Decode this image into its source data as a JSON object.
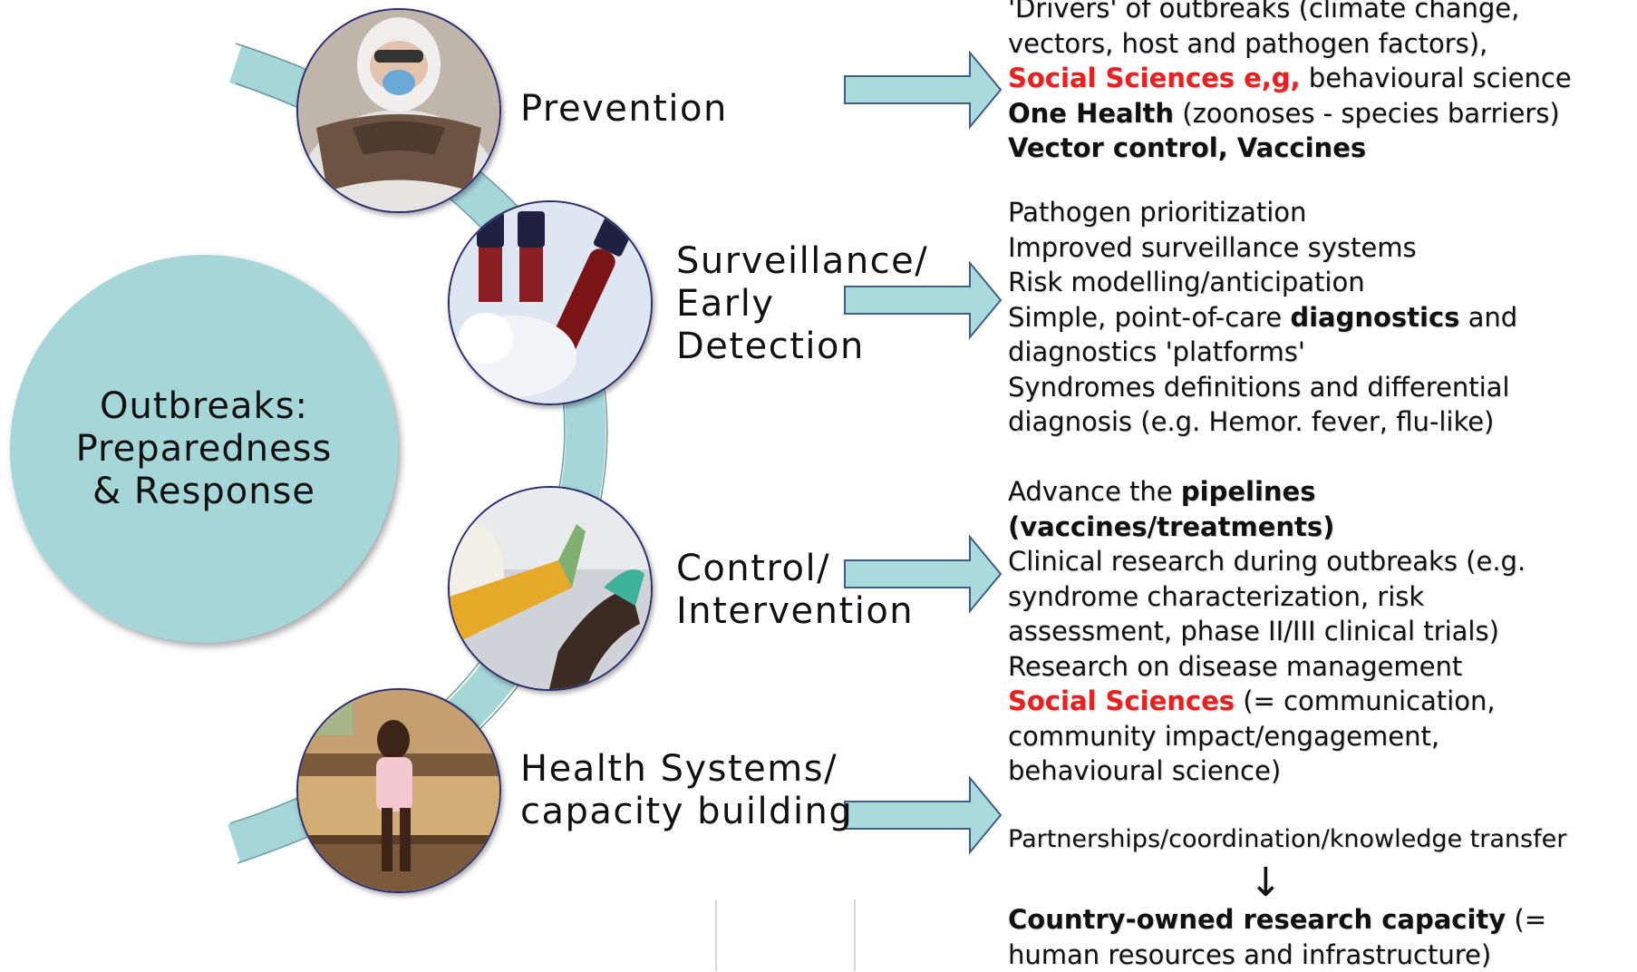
{
  "central": {
    "title": "Outbreaks:\nPreparedness\n& Response"
  },
  "stages": [
    {
      "label": "Prevention"
    },
    {
      "label": "Surveillance/\nEarly\nDetection"
    },
    {
      "label": "Control/\nIntervention"
    },
    {
      "label": "Health Systems/\ncapacity building"
    }
  ],
  "prevention_details": {
    "l1": "'Drivers' of outbreaks (climate change,",
    "l2": "vectors, host and pathogen factors),",
    "l3_red": "Social Sciences  e,g,",
    "l3_rest": " behavioural science",
    "l4_bold": "One Health",
    "l4_rest": " (zoonoses - species barriers)",
    "l5_bold": "Vector control, Vaccines"
  },
  "surveillance_details": {
    "l1": "Pathogen prioritization",
    "l2": "Improved surveillance systems",
    "l3": "Risk modelling/anticipation",
    "l4_pre": "Simple, point-of-care ",
    "l4_bold": "diagnostics",
    "l4_post": " and",
    "l5": "diagnostics 'platforms'",
    "l6": "Syndromes definitions and differential",
    "l7": "diagnosis (e.g. Hemor. fever, flu-like)"
  },
  "control_details": {
    "l1_pre": "Advance the ",
    "l1_bold": "pipelines",
    "l2_bold": "(vaccines/treatments)",
    "l3": "Clinical research during outbreaks (e.g.",
    "l4": "syndrome characterization, risk",
    "l5": "assessment, phase II/III clinical trials)",
    "l6": "Research on disease management",
    "l7_red": "Social Sciences",
    "l7_rest": " (= communication,",
    "l8": "community impact/engagement,",
    "l9": "behavioural science)"
  },
  "health_details": {
    "l1": "Partnerships/coordination/knowledge transfer",
    "arrow": "↓",
    "l2_bold": "Country-owned research capacity",
    "l2_rest": " (=",
    "l3": "human resources and infrastructure)"
  },
  "colors": {
    "teal": "#a5d7d9",
    "arrow_fill": "#a9dbdd",
    "arrow_stroke": "#3d5e86",
    "accent_red": "#e8201f",
    "photo_border": "#2b2e6e"
  },
  "icons": [
    "scientist-with-bat-photo",
    "blood-sample-tubes-photo",
    "protective-suit-worker-photo",
    "child-on-hospital-bed-photo"
  ]
}
